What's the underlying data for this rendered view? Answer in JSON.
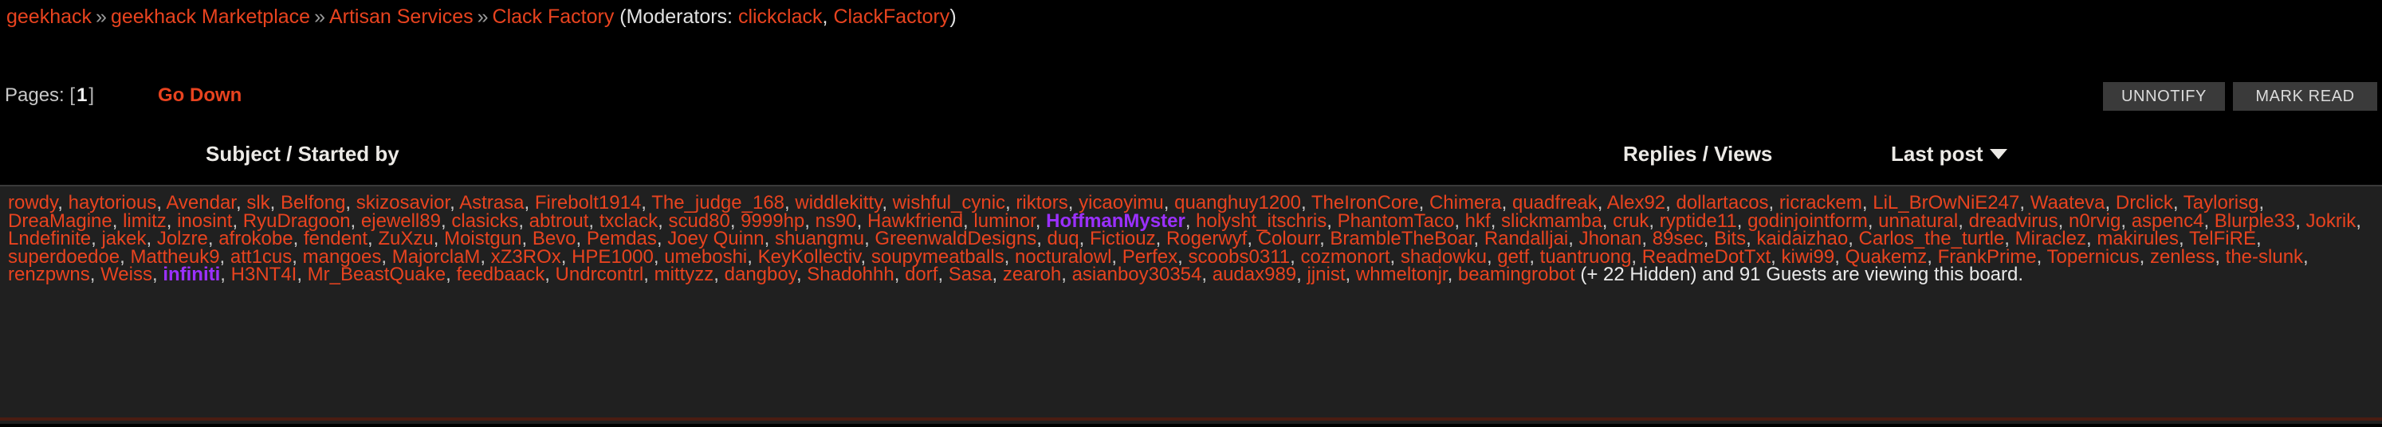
{
  "breadcrumb": {
    "items": [
      {
        "label": "geekhack",
        "link": true
      },
      {
        "label": "geekhack Marketplace",
        "link": true
      },
      {
        "label": "Artisan Services",
        "link": true
      },
      {
        "label": "Clack Factory",
        "link": true
      }
    ],
    "separator": "»",
    "moderators_prefix": "(Moderators:",
    "moderators": [
      "clickclack",
      "ClackFactory"
    ],
    "moderators_suffix": ")"
  },
  "pages": {
    "label": "Pages:",
    "open_bracket": "[",
    "current": "1",
    "close_bracket": "]",
    "go_down": "Go Down"
  },
  "toolbar": {
    "unnotify_label": "UNNOTIFY",
    "mark_read_label": "MARK READ"
  },
  "table": {
    "headers": {
      "subject": "Subject / Started by",
      "replies": "Replies / Views",
      "last_post": "Last post"
    },
    "sort_icon": "sort-desc-icon"
  },
  "users_online": {
    "users": [
      {
        "name": "rowdy",
        "staff": false
      },
      {
        "name": "haytorious",
        "staff": false
      },
      {
        "name": "Avendar",
        "staff": false
      },
      {
        "name": "slk",
        "staff": false
      },
      {
        "name": "Belfong",
        "staff": false
      },
      {
        "name": "skizosavior",
        "staff": false
      },
      {
        "name": "Astrasa",
        "staff": false
      },
      {
        "name": "Firebolt1914",
        "staff": false
      },
      {
        "name": "The_judge_168",
        "staff": false
      },
      {
        "name": "widdlekitty",
        "staff": false
      },
      {
        "name": "wishful_cynic",
        "staff": false
      },
      {
        "name": "riktors",
        "staff": false
      },
      {
        "name": "yicaoyimu",
        "staff": false
      },
      {
        "name": "quanghuy1200",
        "staff": false
      },
      {
        "name": "TheIronCore",
        "staff": false
      },
      {
        "name": "Chimera",
        "staff": false
      },
      {
        "name": "quadfreak",
        "staff": false
      },
      {
        "name": "Alex92",
        "staff": false
      },
      {
        "name": "dollartacos",
        "staff": false
      },
      {
        "name": "ricrackem",
        "staff": false
      },
      {
        "name": "LiL_BrOwNiE247",
        "staff": false
      },
      {
        "name": "Waateva",
        "staff": false
      },
      {
        "name": "Drclick",
        "staff": false
      },
      {
        "name": "Taylorisg",
        "staff": false
      },
      {
        "name": "DreaMagine",
        "staff": false
      },
      {
        "name": "limitz",
        "staff": false
      },
      {
        "name": "inosint",
        "staff": false
      },
      {
        "name": "RyuDragoon",
        "staff": false
      },
      {
        "name": "ejewell89",
        "staff": false
      },
      {
        "name": "clasicks",
        "staff": false
      },
      {
        "name": "abtrout",
        "staff": false
      },
      {
        "name": "txclack",
        "staff": false
      },
      {
        "name": "scud80",
        "staff": false
      },
      {
        "name": "9999hp",
        "staff": false
      },
      {
        "name": "ns90",
        "staff": false
      },
      {
        "name": "Hawkfriend",
        "staff": false
      },
      {
        "name": "luminor",
        "staff": false
      },
      {
        "name": "HoffmanMyster",
        "staff": true
      },
      {
        "name": "holysht_itschris",
        "staff": false
      },
      {
        "name": "PhantomTaco",
        "staff": false
      },
      {
        "name": "hkf",
        "staff": false
      },
      {
        "name": "slickmamba",
        "staff": false
      },
      {
        "name": "cruk",
        "staff": false
      },
      {
        "name": "ryptide11",
        "staff": false
      },
      {
        "name": "godinjointform",
        "staff": false
      },
      {
        "name": "unnatural",
        "staff": false
      },
      {
        "name": "dreadvirus",
        "staff": false
      },
      {
        "name": "n0rvig",
        "staff": false
      },
      {
        "name": "aspenc4",
        "staff": false
      },
      {
        "name": "Blurple33",
        "staff": false
      },
      {
        "name": "Jokrik",
        "staff": false
      },
      {
        "name": "Lndefinite",
        "staff": false
      },
      {
        "name": "jakek",
        "staff": false
      },
      {
        "name": "Jolzre",
        "staff": false
      },
      {
        "name": "afrokobe",
        "staff": false
      },
      {
        "name": "fendent",
        "staff": false
      },
      {
        "name": "ZuXzu",
        "staff": false
      },
      {
        "name": "Moistgun",
        "staff": false
      },
      {
        "name": "Bevo",
        "staff": false
      },
      {
        "name": "Pemdas",
        "staff": false
      },
      {
        "name": "Joey Quinn",
        "staff": false
      },
      {
        "name": "shuangmu",
        "staff": false
      },
      {
        "name": "GreenwaldDesigns",
        "staff": false
      },
      {
        "name": "duq",
        "staff": false
      },
      {
        "name": "Fictiouz",
        "staff": false
      },
      {
        "name": "Rogerwyf",
        "staff": false
      },
      {
        "name": "Colourr",
        "staff": false
      },
      {
        "name": "BrambleTheBoar",
        "staff": false
      },
      {
        "name": "Randalljai",
        "staff": false
      },
      {
        "name": "Jhonan",
        "staff": false
      },
      {
        "name": "89sec",
        "staff": false
      },
      {
        "name": "Bits",
        "staff": false
      },
      {
        "name": "kaidaizhao",
        "staff": false
      },
      {
        "name": "Carlos_the_turtle",
        "staff": false
      },
      {
        "name": "Miraclez",
        "staff": false
      },
      {
        "name": "makirules",
        "staff": false
      },
      {
        "name": "TelFiRE",
        "staff": false
      },
      {
        "name": "superdoedoe",
        "staff": false
      },
      {
        "name": "Mattheuk9",
        "staff": false
      },
      {
        "name": "att1cus",
        "staff": false
      },
      {
        "name": "mangoes",
        "staff": false
      },
      {
        "name": "MajorclaM",
        "staff": false
      },
      {
        "name": "xZ3ROx",
        "staff": false
      },
      {
        "name": "HPE1000",
        "staff": false
      },
      {
        "name": "umeboshi",
        "staff": false
      },
      {
        "name": "KeyKollectiv",
        "staff": false
      },
      {
        "name": "soupymeatballs",
        "staff": false
      },
      {
        "name": "nocturalowl",
        "staff": false
      },
      {
        "name": "Perfex",
        "staff": false
      },
      {
        "name": "scoobs0311",
        "staff": false
      },
      {
        "name": "cozmonort",
        "staff": false
      },
      {
        "name": "shadowku",
        "staff": false
      },
      {
        "name": "getf",
        "staff": false
      },
      {
        "name": "tuantruong",
        "staff": false
      },
      {
        "name": "ReadmeDotTxt",
        "staff": false
      },
      {
        "name": "kiwi99",
        "staff": false
      },
      {
        "name": "Quakemz",
        "staff": false
      },
      {
        "name": "FrankPrime",
        "staff": false
      },
      {
        "name": "Topernicus",
        "staff": false
      },
      {
        "name": "zenless",
        "staff": false
      },
      {
        "name": "the-slunk",
        "staff": false
      },
      {
        "name": "renzpwns",
        "staff": false
      },
      {
        "name": "Weiss",
        "staff": false
      },
      {
        "name": "infiniti",
        "staff": true
      },
      {
        "name": "H3NT4I",
        "staff": false
      },
      {
        "name": "Mr_BeastQuake",
        "staff": false
      },
      {
        "name": "feedbaack",
        "staff": false
      },
      {
        "name": "Undrcontrl",
        "staff": false
      },
      {
        "name": "mittyzz",
        "staff": false
      },
      {
        "name": "dangboy",
        "staff": false
      },
      {
        "name": "Shadohhh",
        "staff": false
      },
      {
        "name": "dorf",
        "staff": false
      },
      {
        "name": "Sasa",
        "staff": false
      },
      {
        "name": "zearoh",
        "staff": false
      },
      {
        "name": "asianboy30354",
        "staff": false
      },
      {
        "name": "audax989",
        "staff": false
      },
      {
        "name": "jjnist",
        "staff": false
      },
      {
        "name": "whmeltonjr",
        "staff": false
      },
      {
        "name": "beamingrobot",
        "staff": false
      }
    ],
    "tail_text": "(+ 22 Hidden) and 91 Guests are viewing this board."
  },
  "colors": {
    "link": "#e8431f",
    "staff": "#9b30ff",
    "panel_bg": "#202020",
    "page_bg": "#000000",
    "button_bg": "#3a3a3a"
  }
}
